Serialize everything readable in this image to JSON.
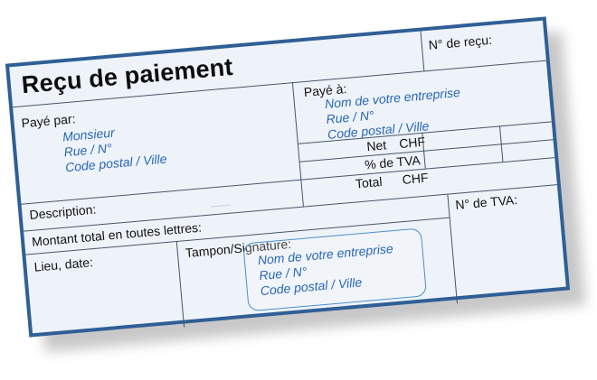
{
  "receipt": {
    "number_label": "N° de reçu:",
    "title": "Reçu de paiement",
    "paid_by": {
      "label": "Payé par:",
      "line1": "Monsieur",
      "line2": "Rue / N°",
      "line3": "Code postal / Ville"
    },
    "paid_to": {
      "label": "Payé à:",
      "line1": "Nom de votre entreprise",
      "line2": "Rue / N°",
      "line3": "Code postal / Ville"
    },
    "amounts": {
      "net_label": "Net",
      "net_currency": "CHF",
      "vat_percent_label": "% de TVA",
      "total_label": "Total",
      "total_currency": "CHF"
    },
    "description_label": "Description:",
    "total_words_label": "Montant total en toutes lettres:",
    "vat_number_label": "N° de TVA:",
    "place_date_label": "Lieu, date:",
    "signature_label": "Tampon/Signature:",
    "stamp": {
      "line1": "Nom de votre entreprise",
      "line2": "Rue / N°",
      "line3": "Code postal / Ville"
    }
  }
}
